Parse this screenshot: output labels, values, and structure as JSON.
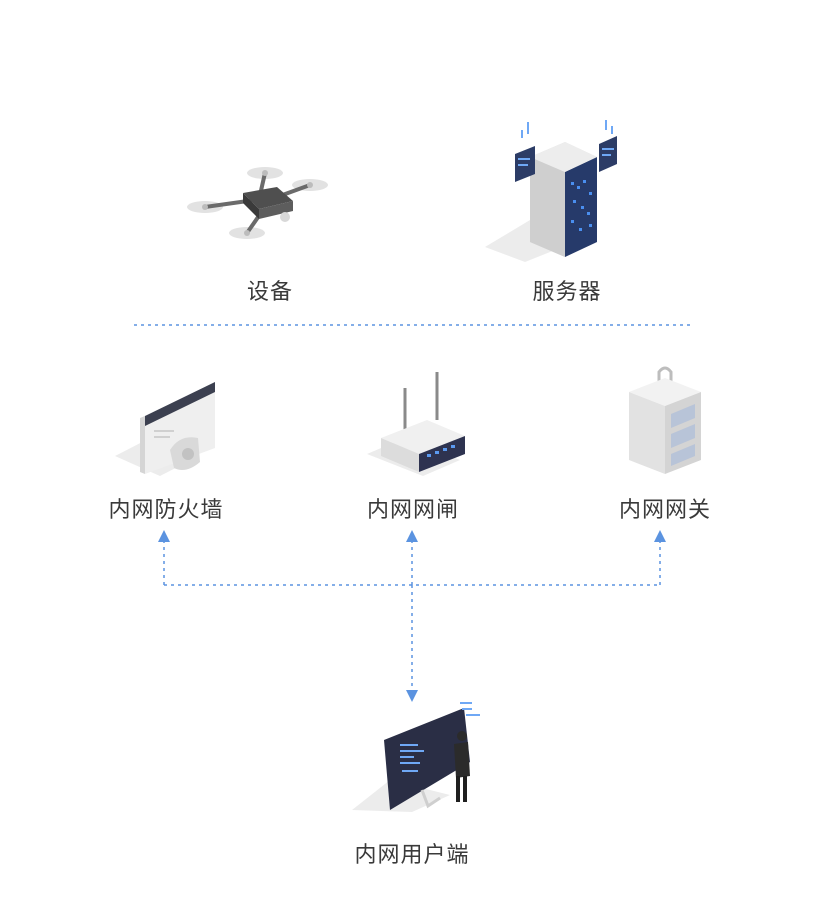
{
  "top_row": {
    "device_label": "设备",
    "server_label": "服务器"
  },
  "middle_row": {
    "firewall_label": "内网防火墙",
    "gatekeeper_label": "内网网闸",
    "gateway_label": "内网网关"
  },
  "bottom": {
    "client_label": "内网用户端"
  },
  "colors": {
    "line": "#5b93e0",
    "text": "#3a3a3a",
    "shadow": "#e9e9e9"
  },
  "icons": [
    "drone-icon",
    "server-icon",
    "firewall-icon",
    "router-icon",
    "gateway-rack-icon",
    "user-terminal-icon"
  ]
}
